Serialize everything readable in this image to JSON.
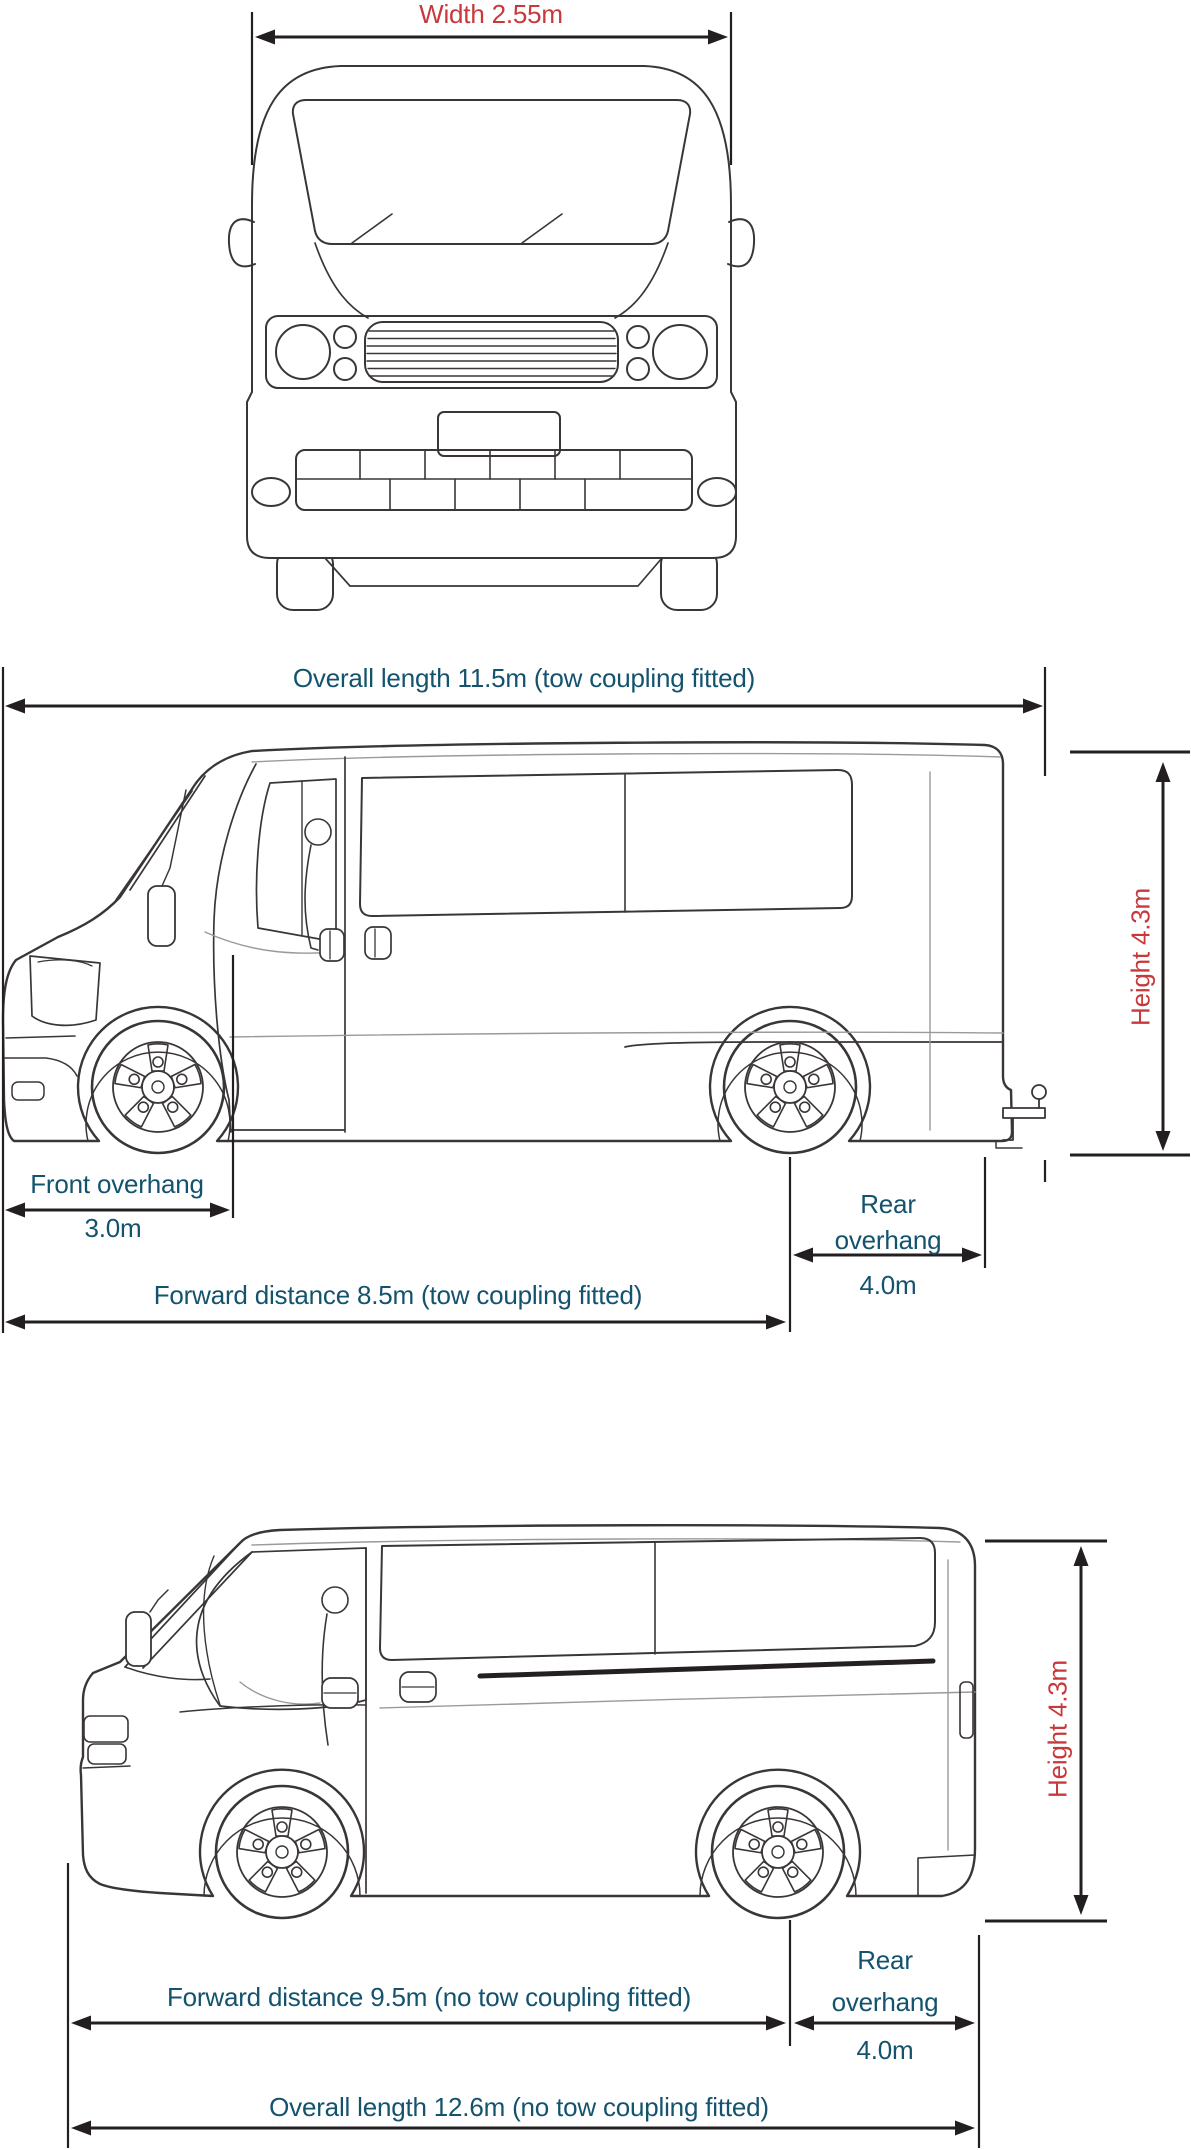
{
  "title": "Vehicle dimension limits diagram",
  "colors": {
    "dimension_text_blue": "#14536e",
    "dimension_text_red": "#c8393c",
    "dimension_lines": "#231f20",
    "drawing_lines": "#3a3636",
    "background": "#ffffff"
  },
  "front_view": {
    "width_label": "Width 2.55m"
  },
  "side_view_towed": {
    "overall_length_label": "Overall length 11.5m (tow coupling fitted)",
    "height_label": "Height 4.3m",
    "front_overhang_label": "Front overhang",
    "front_overhang_value": "3.0m",
    "rear_overhang_line1": "Rear",
    "rear_overhang_line2": "overhang",
    "rear_overhang_value": "4.0m",
    "forward_distance_label": "Forward distance 8.5m (tow coupling fitted)"
  },
  "side_view_untowed": {
    "height_label": "Height 4.3m",
    "forward_distance_label": "Forward distance 9.5m (no tow coupling fitted)",
    "rear_overhang_line1": "Rear",
    "rear_overhang_line2": "overhang",
    "rear_overhang_value": "4.0m",
    "overall_length_label": "Overall length 12.6m (no tow coupling fitted)"
  },
  "measurements": {
    "width_m": 2.55,
    "height_m": 4.3,
    "overall_length_tow_coupling_m": 11.5,
    "overall_length_no_tow_coupling_m": 12.6,
    "forward_distance_tow_coupling_m": 8.5,
    "forward_distance_no_tow_coupling_m": 9.5,
    "front_overhang_m": 3.0,
    "rear_overhang_m": 4.0
  }
}
